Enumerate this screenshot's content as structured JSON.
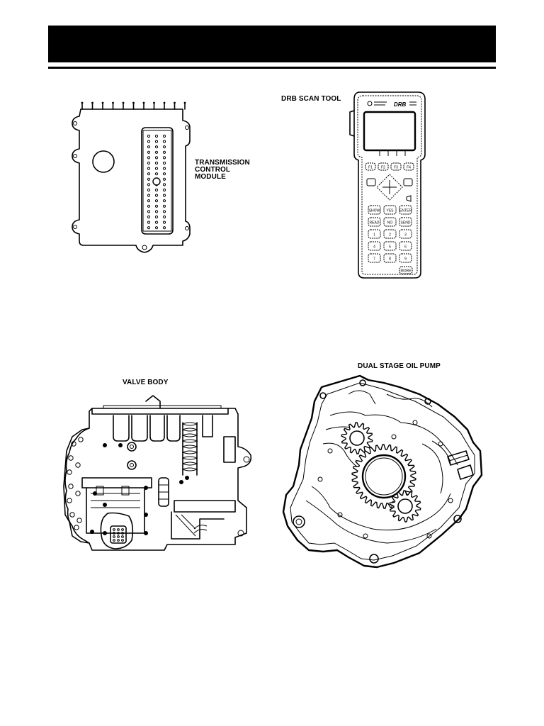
{
  "labels": {
    "drb_scan_tool": "DRB SCAN TOOL",
    "tcm_line1": "TRANSMISSION",
    "tcm_line2": "CONTROL",
    "tcm_line3": "MODULE",
    "valve_body": "VALVE BODY",
    "oil_pump": "DUAL STAGE OIL PUMP"
  },
  "scan_tool_keys": {
    "function_keys": [
      "F1",
      "F2",
      "F3",
      "F4"
    ],
    "row1": [
      "SHOW",
      "YES",
      "ENTER"
    ],
    "row2": [
      "READ",
      "NO",
      "SEND"
    ],
    "row3": [
      "1",
      "2",
      "3"
    ],
    "row4": [
      "4",
      "5",
      "6"
    ],
    "row5": [
      "7",
      "8",
      "9"
    ],
    "bottom": [
      "MORE"
    ]
  },
  "colors": {
    "line": "#000000",
    "background": "#ffffff",
    "header_bar": "#000000"
  }
}
